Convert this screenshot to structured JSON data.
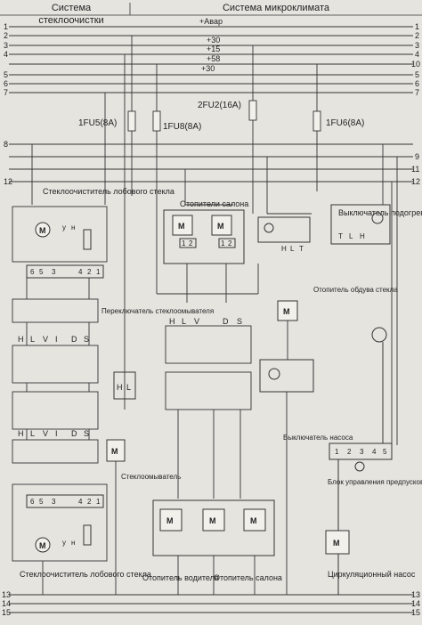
{
  "header": {
    "left": "Система стеклоочистки",
    "right": "Система микроклимата"
  },
  "bus": {
    "labels": [
      "+Авар",
      "+30",
      "+15",
      "+58",
      "+30"
    ],
    "line_numbers": [
      "1",
      "2",
      "3",
      "4",
      "5",
      "6",
      "7",
      "8",
      "9",
      "10",
      "11",
      "12",
      "13",
      "14",
      "15"
    ]
  },
  "fuses": {
    "fu5": "1FU5(8A)",
    "fu8": "1FU8(8A)",
    "fu2": "2FU2(16A)",
    "fu6": "1FU6(8A)"
  },
  "labels": {
    "wiper_front": "Стеклоочиститель лобового стекла",
    "wiper_front_bottom": "Стеклоочиститель лобового стекла",
    "cabin_heaters": "Отопители салона",
    "preheater_switch": "Выключатель подогревателя",
    "glass_blower": "Отопитель обдува стекла",
    "washer_switch": "Переключатель стеклоомывателя",
    "washer": "Стеклоомыватель",
    "pump_switch": "Выключатель насоса",
    "preheater_unit": "Блок управления предпусковым подогревателем",
    "driver_heater": "Отопитель водителя",
    "cabin_heater": "Отопитель салона",
    "circ_pump": "Циркуляционный насос"
  },
  "switch_letters": {
    "heater_switch": [
      "H",
      "L",
      "V",
      "D",
      "S"
    ],
    "wiper_switch": [
      "H",
      "L",
      "V",
      "I",
      "D",
      "S"
    ],
    "washer_switch": [
      "H",
      "L"
    ],
    "preheat": [
      "T",
      "L",
      "H"
    ],
    "glass": [
      "H",
      "L",
      "T"
    ]
  },
  "pins": {
    "wiper_top": [
      "6",
      "5",
      "3",
      "4",
      "2",
      "1"
    ],
    "wiper_bottom": [
      "6",
      "5",
      "3",
      "4",
      "2",
      "1"
    ],
    "heater_a": [
      "1",
      "2"
    ],
    "heater_b": [
      "1",
      "2"
    ],
    "unit": [
      "1",
      "2",
      "3",
      "4",
      "5"
    ],
    "wiper_letters": [
      "у",
      "н"
    ]
  }
}
